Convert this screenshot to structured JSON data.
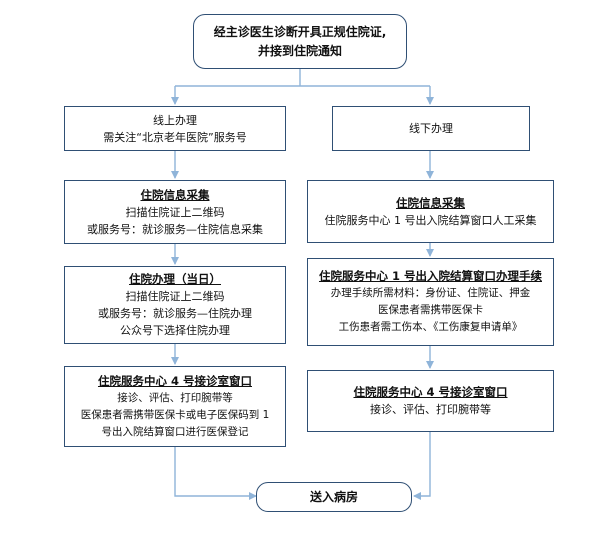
{
  "start": {
    "line1": "经主诊医生诊断开具正规住院证,",
    "line2": "并接到住院通知"
  },
  "online": {
    "head": {
      "line1": "线上办理",
      "line2": "需关注“北京老年医院”服务号"
    },
    "step1": {
      "title": "住院信息采集",
      "line1": "扫描住院证上二维码",
      "line2": "或服务号：就诊服务—住院信息采集"
    },
    "step2": {
      "title": "住院办理（当日）",
      "line1": "扫描住院证上二维码",
      "line2": "或服务号：就诊服务—住院办理",
      "line3": "公众号下选择住院办理"
    },
    "step3": {
      "title": "住院服务中心 4 号接诊室窗口",
      "line1": "接诊、评估、打印腕带等",
      "line2": "医保患者需携带医保卡或电子医保码到 1",
      "line3": "号出入院结算窗口进行医保登记"
    }
  },
  "offline": {
    "head": {
      "line1": "线下办理"
    },
    "step1": {
      "title": "住院信息采集",
      "line1": "住院服务中心 1 号出入院结算窗口人工采集"
    },
    "step2": {
      "title": "住院服务中心 1 号出入院结算窗口办理手续",
      "line1": "办理手续所需材料：身份证、住院证、押金",
      "line2": "医保患者需携带医保卡",
      "line3": "工伤患者需工伤本、《工伤康复申请单》"
    },
    "step3": {
      "title": "住院服务中心 4 号接诊室窗口",
      "line1": "接诊、评估、打印腕带等"
    }
  },
  "end": {
    "label": "送入病房"
  },
  "colors": {
    "border": "#2f4f74",
    "arrow": "#8fb4d9"
  }
}
